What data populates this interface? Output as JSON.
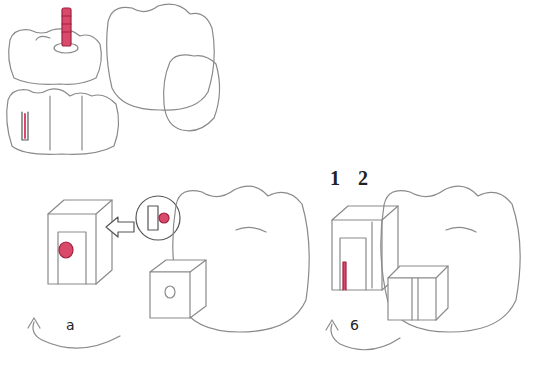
{
  "diagram": {
    "labels": [
      "1",
      "2",
      "a",
      "6"
    ]
  }
}
